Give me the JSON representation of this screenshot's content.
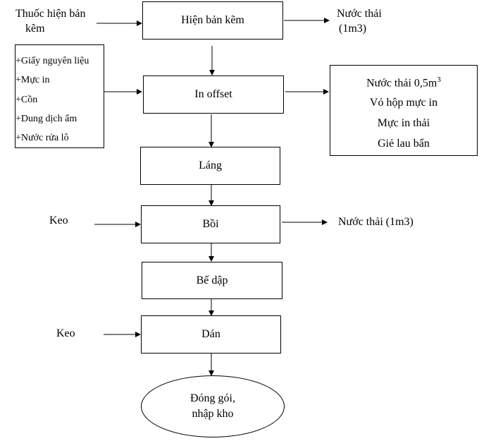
{
  "steps": {
    "hien_ban_kem": "Hiện bản kẽm",
    "in_offset": "In offset",
    "lang": "Láng",
    "boi": "Bồi",
    "be_dap": "Bế dập",
    "dan": "Dán",
    "dong_goi_line1": "Đóng gói,",
    "dong_goi_line2": "nhập kho"
  },
  "inputs": {
    "thuoc_hien_line1": "Thuốc hiện bản",
    "thuoc_hien_line2": "kẽm",
    "offset_items": [
      "+Giấy nguyên liệu",
      "+Mực in",
      "+Cồn",
      "+Dung dịch ẩm",
      "+Nước rửa lô"
    ],
    "keo_boi": "Keo",
    "keo_dan": "Keo"
  },
  "outputs": {
    "hien_ban_line1": "Nước thải",
    "hien_ban_line2": "(1m3)",
    "offset_line1_text": "Nước thải 0,5m",
    "offset_line1_sup": "3",
    "offset_items": [
      "Vỏ hộp mực in",
      "Mực in thải",
      "Giẻ lau bẩn"
    ],
    "boi": "Nước thải (1m3)"
  }
}
